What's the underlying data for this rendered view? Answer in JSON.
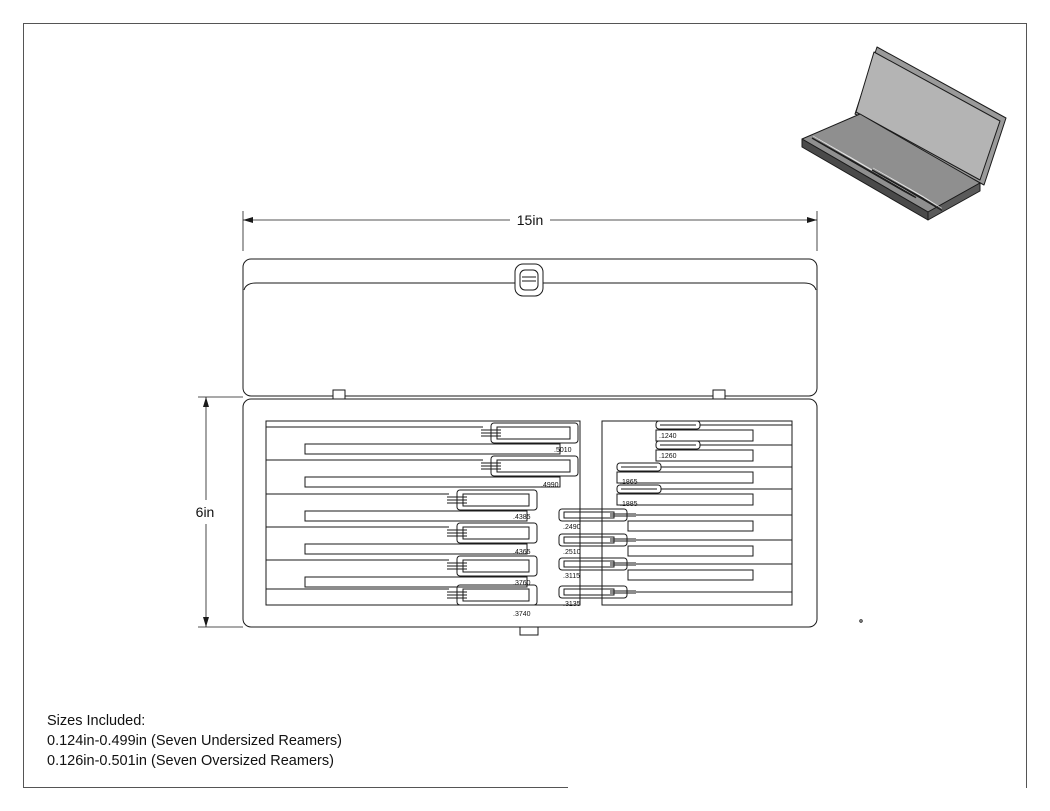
{
  "dimensions": {
    "width_label": "15in",
    "height_label": "6in"
  },
  "left_row_labels": [
    ".5010",
    ".4990",
    ".4385",
    ".4365",
    ".3760",
    ".3740"
  ],
  "right_small_labels": [
    ".1240",
    ".1260",
    ".1865",
    ".1885"
  ],
  "right_row_labels": [
    ".2490",
    ".2510",
    ".3115",
    ".3135"
  ],
  "notes": {
    "heading": "Sizes Included:",
    "line1": "0.124in-0.499in (Seven Undersized Reamers)",
    "line2": "0.126in-0.501in (Seven Oversized Reamers)"
  },
  "colors": {
    "line": "#1a1a1a",
    "case_shade": "#9a9a9a",
    "case_dark": "#3a3a3a"
  }
}
